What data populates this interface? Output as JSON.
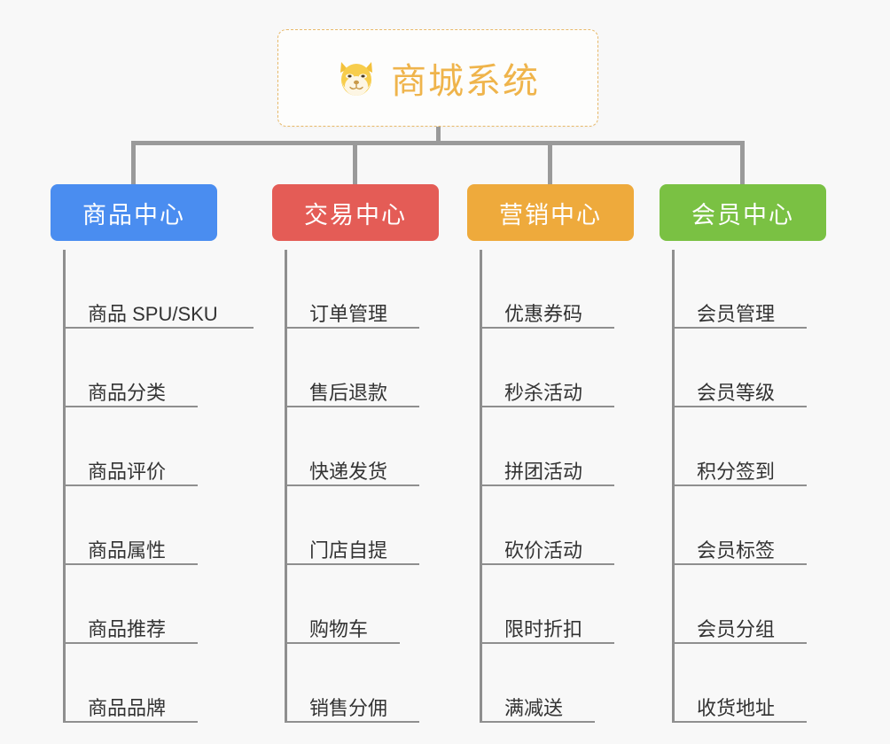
{
  "root": {
    "icon": "dog-face-icon",
    "title": "商城系统"
  },
  "colors": {
    "root_title": "#efb44b",
    "root_border": "#e8b96a",
    "connector": "#9a9a9a",
    "background": "#f8f8f8",
    "leaf_text": "#333333",
    "leaf_rule": "#8f8f8f"
  },
  "columns": [
    {
      "label": "商品中心",
      "color": "#4a8df0",
      "items": [
        "商品 SPU/SKU",
        "商品分类",
        "商品评价",
        "商品属性",
        "商品推荐",
        "商品品牌"
      ]
    },
    {
      "label": "交易中心",
      "color": "#e45c56",
      "items": [
        "订单管理",
        "售后退款",
        "快递发货",
        "门店自提",
        "购物车",
        "销售分佣"
      ]
    },
    {
      "label": "营销中心",
      "color": "#eeaa3c",
      "items": [
        "优惠券码",
        "秒杀活动",
        "拼团活动",
        "砍价活动",
        "限时折扣",
        "满减送"
      ]
    },
    {
      "label": "会员中心",
      "color": "#7ac143",
      "items": [
        "会员管理",
        "会员等级",
        "积分签到",
        "会员标签",
        "会员分组",
        "收货地址"
      ]
    }
  ]
}
